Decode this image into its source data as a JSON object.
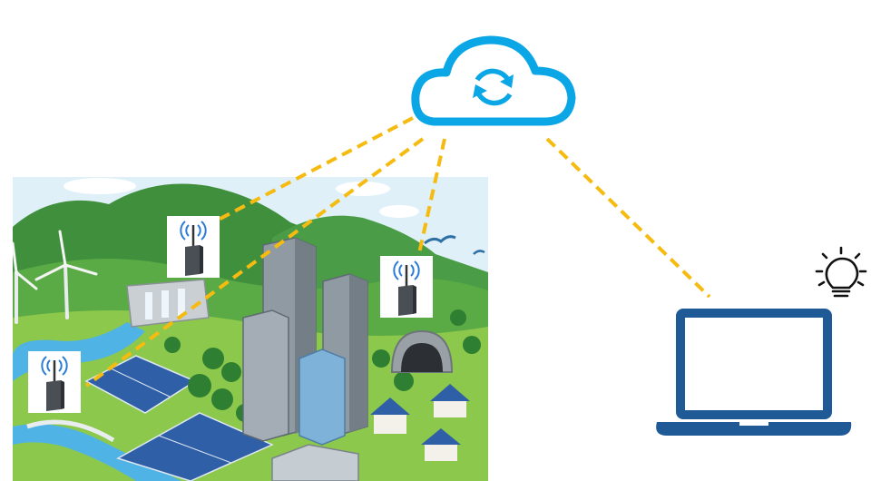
{
  "colors": {
    "cloud": "#0aa6e6",
    "link": "#f6bb10",
    "laptop": "#1f5a97",
    "sky": "#dff0f8",
    "mountain": "#3f8f3d",
    "grass": "#8cc84b",
    "river": "#4fb3e6",
    "solar": "#2f5fa6",
    "building": "#8f9aa3"
  },
  "icons": {
    "cloud": "cloud-sync-icon",
    "gateway": "wireless-gateway-icon",
    "laptop": "laptop-icon",
    "idea": "lightbulb-icon"
  },
  "gateways": [
    {
      "id": "dam-gateway"
    },
    {
      "id": "tunnel-gateway"
    },
    {
      "id": "solar-gateway"
    }
  ]
}
